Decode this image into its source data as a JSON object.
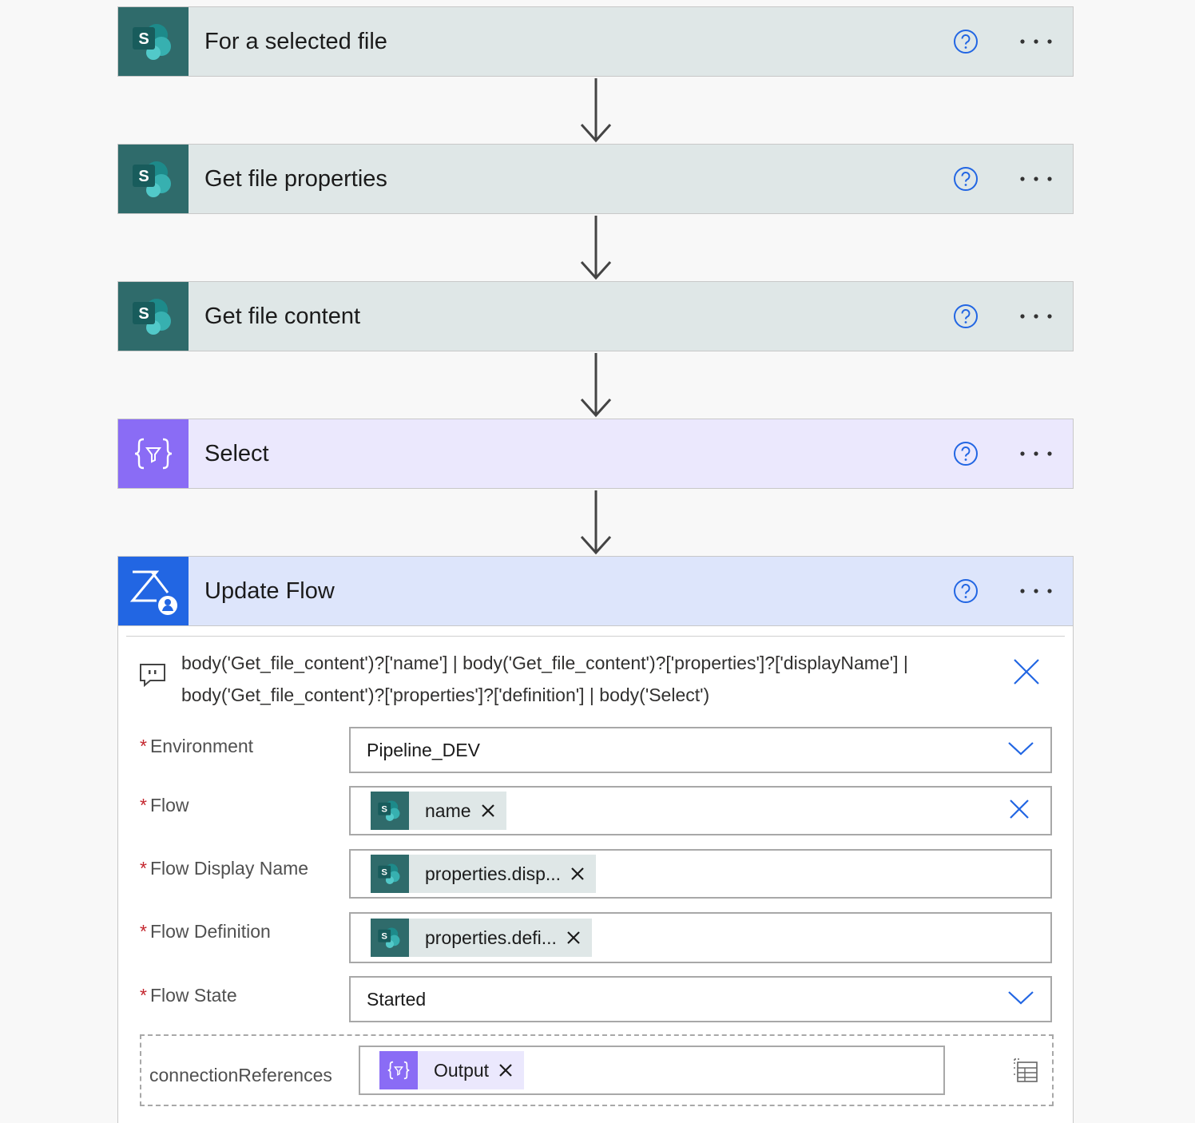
{
  "steps": [
    {
      "title": "For a selected file",
      "kind": "sharepoint"
    },
    {
      "title": "Get file properties",
      "kind": "sharepoint"
    },
    {
      "title": "Get file content",
      "kind": "sharepoint"
    },
    {
      "title": "Select",
      "kind": "data-operation"
    },
    {
      "title": "Update Flow",
      "kind": "power-automate-management"
    }
  ],
  "update_flow": {
    "comment": "body('Get_file_content')?['name'] | body('Get_file_content')?['properties']?['displayName'] | body('Get_file_content')?['properties']?['definition'] | body('Select')",
    "fields": {
      "environment": {
        "label": "Environment",
        "value": "Pipeline_DEV"
      },
      "flow": {
        "label": "Flow",
        "token": "name"
      },
      "flow_display_name": {
        "label": "Flow Display Name",
        "token": "properties.disp..."
      },
      "flow_definition": {
        "label": "Flow Definition",
        "token": "properties.defi..."
      },
      "flow_state": {
        "label": "Flow State",
        "value": "Started"
      },
      "connection_references": {
        "label": "connectionReferences",
        "token": "Output"
      }
    },
    "required_marker": "*"
  },
  "colors": {
    "sharepoint": "#2f6b6b",
    "data_operation": "#8a6cf5",
    "update_flow": "#2266e3",
    "link_blue": "#2266e3",
    "required": "#c4262e"
  },
  "icons": {
    "help": "help-circle-icon",
    "more": "more-horizontal-icon",
    "sharepoint": "sharepoint-icon",
    "select": "curly-braces-filter-icon",
    "update_flow": "power-automate-admin-icon",
    "comment": "comment-icon",
    "close": "close-icon",
    "chevron": "chevron-down-icon",
    "table": "table-view-icon"
  }
}
